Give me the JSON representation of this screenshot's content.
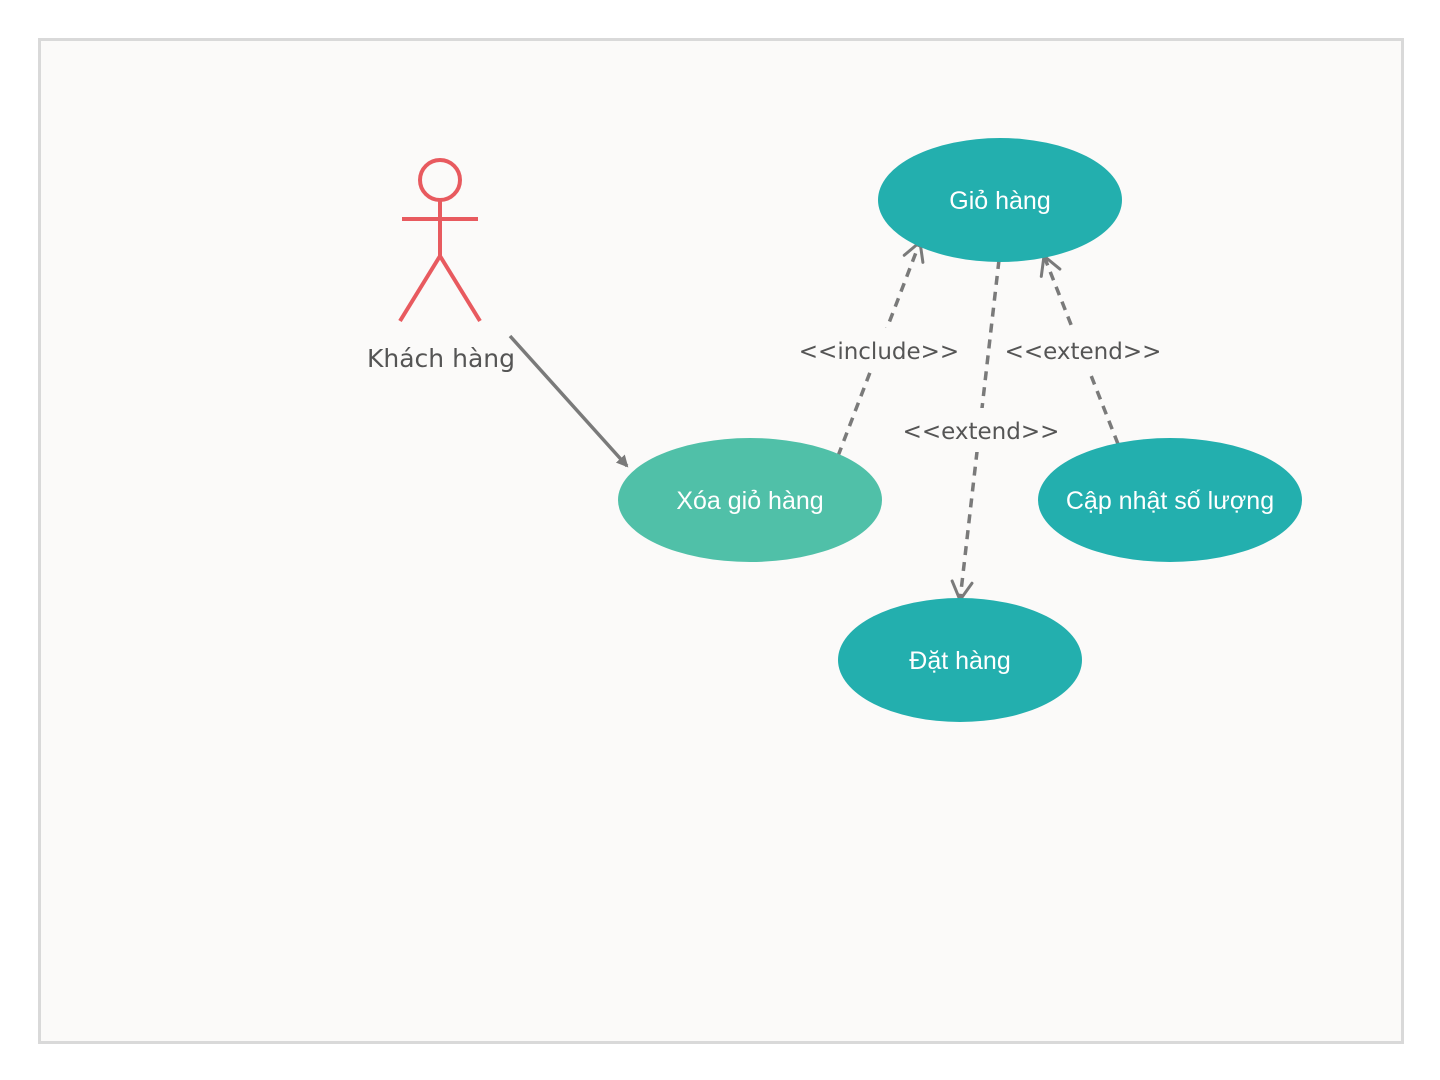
{
  "actor": {
    "name": "Khách hàng",
    "color": "#e85a5f"
  },
  "use_cases": {
    "gio_hang": "Giỏ hàng",
    "xoa_gio_hang": "Xóa giỏ hàng",
    "cap_nhat_so_luong": "Cập nhật số lượng",
    "dat_hang": "Đặt hàng"
  },
  "relations": {
    "include": "<<include>>",
    "extend_cap_nhat": "<<extend>>",
    "extend_dat_hang": "<<extend>>"
  },
  "colors": {
    "use_case_fill": "#23afae",
    "use_case_alt_fill": "#50c0a8",
    "connector": "#7a7a7a",
    "canvas_background": "#fbfaf9",
    "frame_border": "#d9d9d9"
  }
}
